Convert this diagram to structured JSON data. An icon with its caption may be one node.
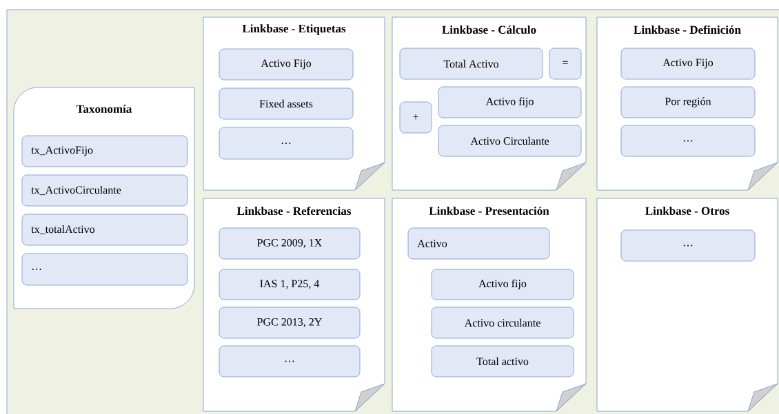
{
  "diagram": {
    "nodes": [
      {
        "text": [
          "Taxonomía"
        ]
      },
      {
        "text": [
          "tx_ActivoFijo"
        ],
        "in": 0
      },
      {
        "text": [
          "tx_ActivoCirculante"
        ],
        "in": 0
      },
      {
        "text": [
          "tx_totalActivo"
        ],
        "in": 0
      },
      {
        "text": [
          "…"
        ],
        "in": 0
      },
      {
        "text": [
          "Linkbase - Etiquetas"
        ]
      },
      {
        "text": [
          "Activo Fijo"
        ],
        "in": 5
      },
      {
        "text": [
          "Fixed assets"
        ],
        "in": 5
      },
      {
        "text": [
          "…"
        ],
        "in": 5
      },
      {
        "text": [
          "Linkbase - Cálculo"
        ]
      },
      {
        "text": [
          "Total Activo"
        ],
        "in": 9
      },
      {
        "text": [
          "="
        ],
        "in": 9
      },
      {
        "text": [
          "+"
        ],
        "in": 9
      },
      {
        "text": [
          "Activo fijo"
        ],
        "in": 9
      },
      {
        "text": [
          "Activo Circulante"
        ],
        "in": 9
      },
      {
        "text": [
          "Linkbase - Definición"
        ]
      },
      {
        "text": [
          "Activo Fijo"
        ],
        "in": 15
      },
      {
        "text": [
          "Por región"
        ],
        "in": 15
      },
      {
        "text": [
          "…"
        ],
        "in": 15
      },
      {
        "text": [
          "Linkbase - Referencias"
        ]
      },
      {
        "text": [
          "PGC 2009, 1X"
        ],
        "in": 19
      },
      {
        "text": [
          "IAS 1, P25, 4"
        ],
        "in": 19
      },
      {
        "text": [
          "PGC 2013, 2Y"
        ],
        "in": 19
      },
      {
        "text": [
          "…"
        ],
        "in": 19
      },
      {
        "text": [
          "Linkbase - Presentación"
        ]
      },
      {
        "text": [
          "Activo"
        ],
        "in": 24
      },
      {
        "text": [
          "Activo fijo"
        ],
        "in": 24
      },
      {
        "text": [
          "Activo circulante"
        ],
        "in": 24
      },
      {
        "text": [
          "Total activo"
        ],
        "in": 24
      },
      {
        "text": [
          "Linkbase - Otros"
        ]
      },
      {
        "text": [
          "…"
        ],
        "in": 29
      }
    ]
  }
}
